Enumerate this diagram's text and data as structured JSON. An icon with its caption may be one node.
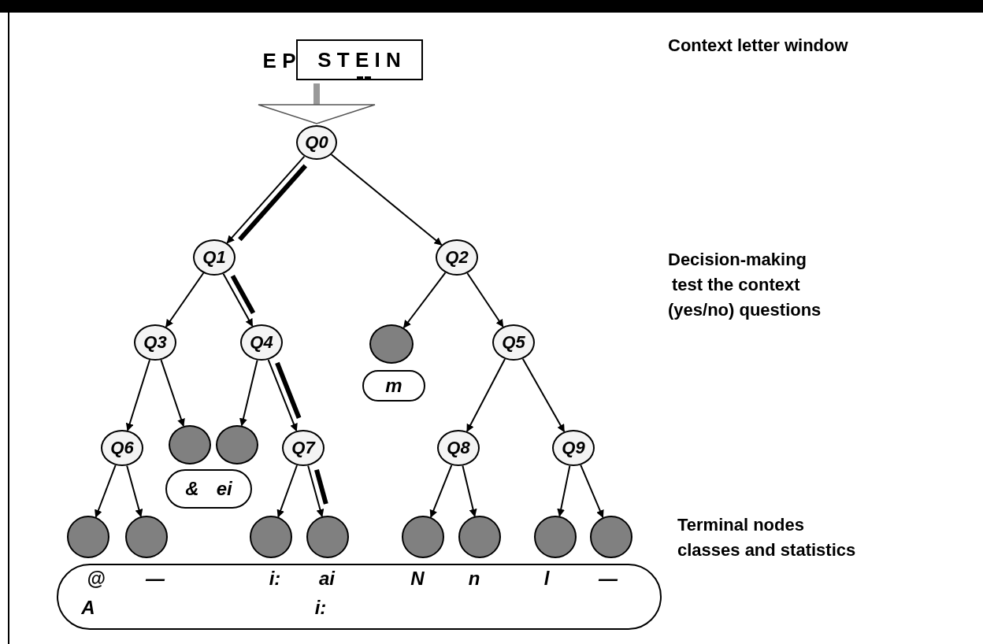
{
  "diagram": {
    "nodes": [
      {
        "text": [
          "S T E I N"
        ],
        "beside": [
          "E P"
        ]
      },
      {
        "text": [
          "Q0"
        ]
      },
      {
        "text": [
          "Q1"
        ]
      },
      {
        "text": [
          "Q2"
        ]
      },
      {
        "text": [
          "Q3"
        ]
      },
      {
        "text": [
          "Q4"
        ]
      },
      {
        "text": [],
        "shape": "circle"
      },
      {
        "text": [
          "Q5"
        ]
      },
      {
        "text": [
          "m"
        ]
      },
      {
        "text": [
          "Q6"
        ]
      },
      {
        "text": [],
        "shape": "circle"
      },
      {
        "text": [],
        "shape": "circle"
      },
      {
        "text": [
          "Q7"
        ]
      },
      {
        "text": [
          "Q8"
        ]
      },
      {
        "text": [
          "Q9"
        ]
      },
      {
        "text": [
          "&",
          "ei"
        ]
      },
      {
        "text": [],
        "shape": "circle"
      },
      {
        "text": [],
        "shape": "circle"
      },
      {
        "text": [],
        "shape": "circle"
      },
      {
        "text": [],
        "shape": "circle"
      },
      {
        "text": [],
        "shape": "circle"
      },
      {
        "text": [],
        "shape": "circle"
      },
      {
        "text": [],
        "shape": "circle"
      },
      {
        "text": [],
        "shape": "circle"
      },
      {
        "text": [
          "@",
          "—",
          "i:",
          "ai",
          "N",
          "n",
          "l",
          "—",
          "A",
          "i:"
        ]
      }
    ],
    "edges": [
      {
        "from": 0,
        "to": 1,
        "arrow": "to",
        "style": "thick",
        "color": "#999999"
      },
      {
        "from": 1,
        "to": 2,
        "arrow": "to"
      },
      {
        "from": 1,
        "to": 3,
        "arrow": "to"
      },
      {
        "from": 2,
        "to": 4,
        "arrow": "to"
      },
      {
        "from": 2,
        "to": 5,
        "arrow": "to"
      },
      {
        "from": 3,
        "to": 6,
        "arrow": "to"
      },
      {
        "from": 3,
        "to": 7,
        "arrow": "to"
      },
      {
        "from": 4,
        "to": 9,
        "arrow": "to"
      },
      {
        "from": 4,
        "to": 10,
        "arrow": "to"
      },
      {
        "from": 5,
        "to": 11,
        "arrow": "to"
      },
      {
        "from": 5,
        "to": 12,
        "arrow": "to"
      },
      {
        "from": 7,
        "to": 13,
        "arrow": "to"
      },
      {
        "from": 7,
        "to": 14,
        "arrow": "to"
      },
      {
        "from": 9,
        "to": 16,
        "arrow": "to"
      },
      {
        "from": 9,
        "to": 17,
        "arrow": "to"
      },
      {
        "from": 12,
        "to": 18,
        "arrow": "to"
      },
      {
        "from": 12,
        "to": 19,
        "arrow": "to"
      },
      {
        "from": 13,
        "to": 20,
        "arrow": "to"
      },
      {
        "from": 13,
        "to": 21,
        "arrow": "to"
      },
      {
        "from": 14,
        "to": 22,
        "arrow": "to"
      },
      {
        "from": 14,
        "to": 23,
        "arrow": "to"
      }
    ],
    "labels": [
      "Context letter window",
      "Decision-making",
      "test the context",
      "(yes/no) questions",
      "Terminal nodes",
      "classes and statistics"
    ]
  }
}
